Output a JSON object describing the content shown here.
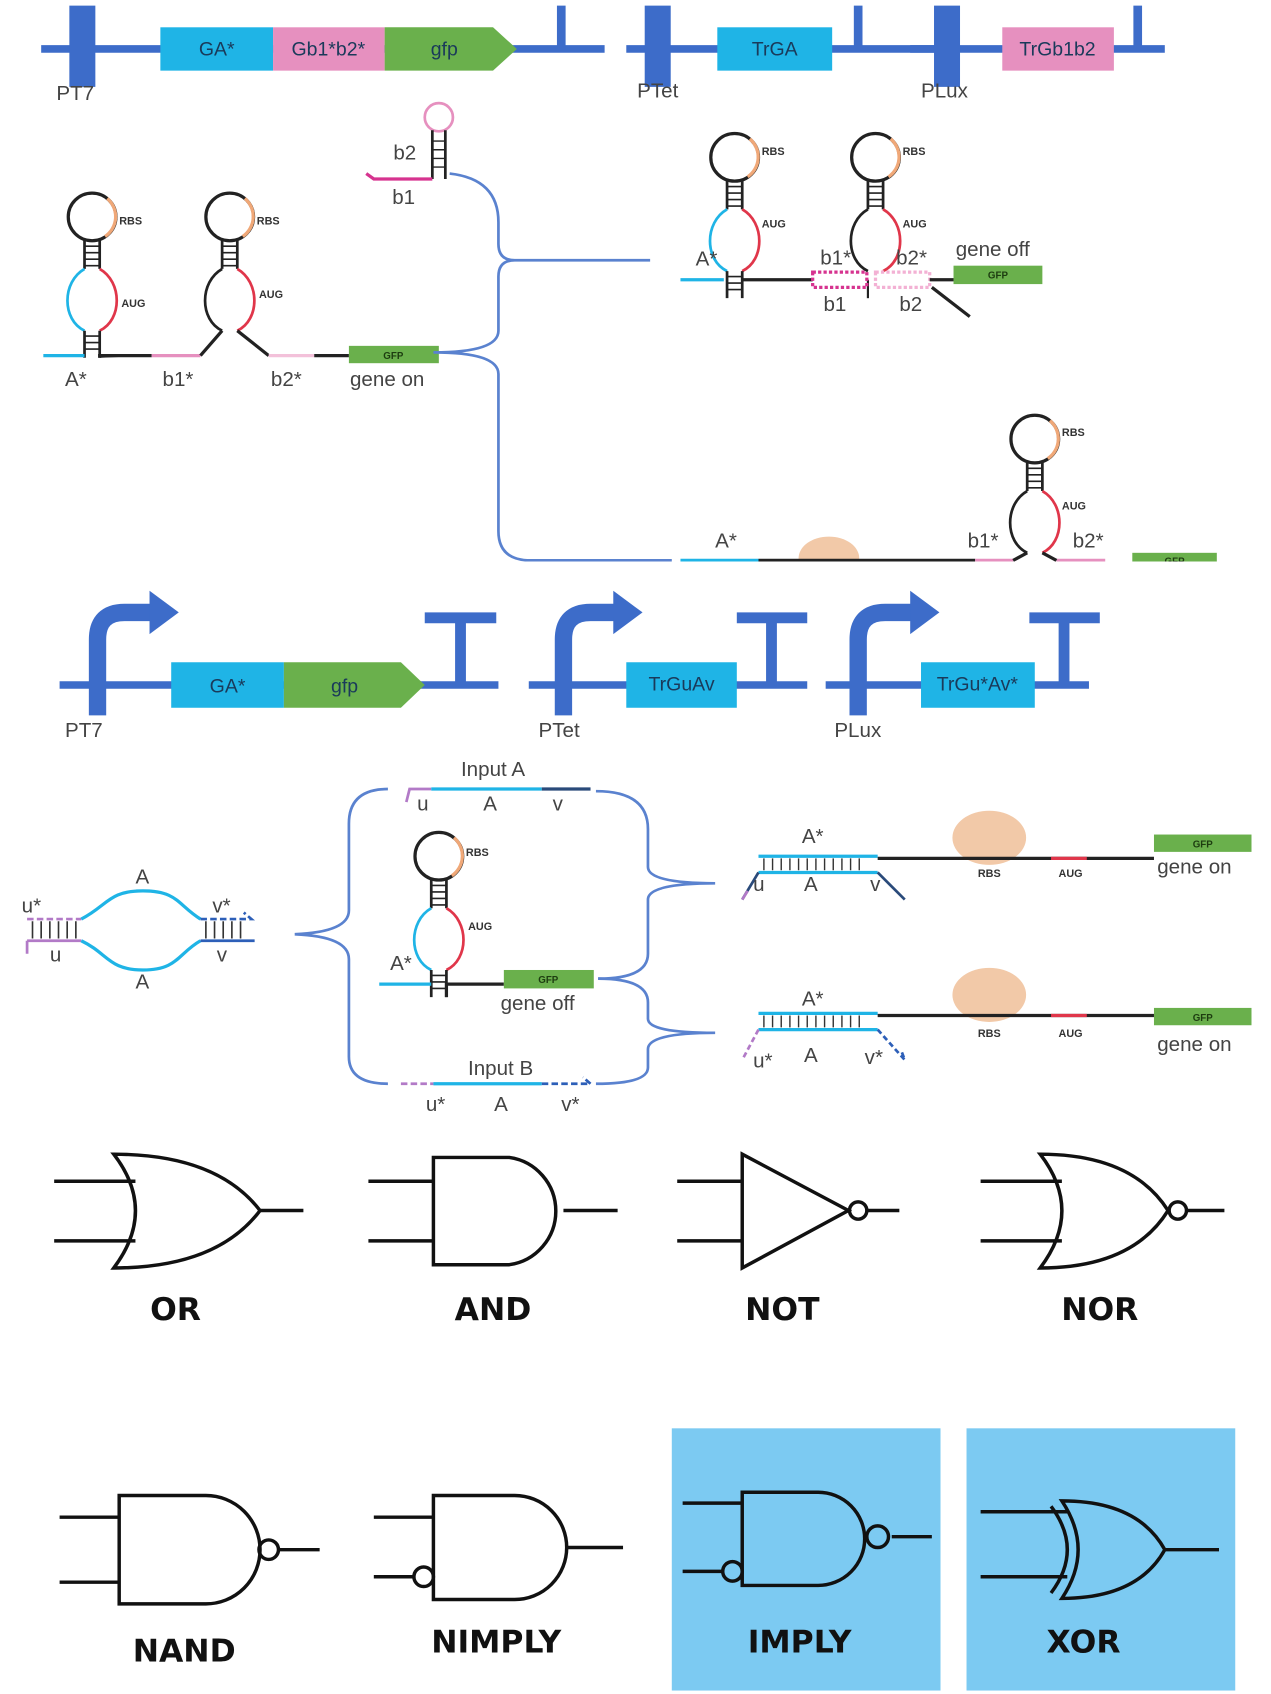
{
  "colors": {
    "backbone": "#3d6cc9",
    "cyan": "#1fb4e6",
    "pink": "#e690bf",
    "green": "#6ab04c",
    "magenta": "#d6338f",
    "red": "#e0364a",
    "peach": "#f2c9a8",
    "highlight": "#7ccaf2"
  },
  "panel1": {
    "constructs": [
      {
        "promoter": "PT7",
        "parts": [
          "GA*",
          "Gb1*b2*",
          "gfp"
        ]
      },
      {
        "promoter": "PTet",
        "parts": [
          "TrGA"
        ]
      },
      {
        "promoter": "PLux",
        "parts": [
          "TrGb1b2"
        ]
      }
    ],
    "trigger": {
      "b2": "b2",
      "b1": "b1"
    },
    "switch": {
      "a": "A*",
      "b1": "b1*",
      "b2": "b2*",
      "gfp": "GFP",
      "state": "gene on"
    },
    "bound": {
      "a": "A*",
      "b1s": "b1*",
      "b2s": "b2*",
      "b1": "b1",
      "b2": "b2",
      "gfp": "GFP",
      "state": "gene off"
    },
    "partial": {
      "a": "A*",
      "b1": "b1*",
      "b2": "b2*",
      "gfp": "GFP"
    }
  },
  "panel2": {
    "constructs": [
      {
        "promoter": "PT7",
        "parts": [
          "GA*",
          "gfp"
        ]
      },
      {
        "promoter": "PTet",
        "parts": [
          "TrGuAv"
        ]
      },
      {
        "promoter": "PLux",
        "parts": [
          "TrGu*Av*"
        ]
      }
    ],
    "duplex": {
      "us": "u*",
      "a_top": "A",
      "vs": "v*",
      "u": "u",
      "a_bot": "A",
      "v": "v"
    },
    "input_a": {
      "title": "Input A",
      "u": "u",
      "a": "A",
      "v": "v"
    },
    "input_b": {
      "title": "Input B",
      "u": "u*",
      "a": "A",
      "v": "v*"
    },
    "switch": {
      "a": "A*",
      "gfp": "GFP",
      "state": "gene off"
    },
    "out1": {
      "a": "A*",
      "u": "u",
      "mid": "A",
      "v": "v",
      "rbs": "RBS",
      "aug": "AUG",
      "gfp": "GFP",
      "state": "gene on"
    },
    "out2": {
      "a": "A*",
      "u": "u*",
      "mid": "A",
      "v": "v*",
      "rbs": "RBS",
      "aug": "AUG",
      "gfp": "GFP",
      "state": "gene on"
    }
  },
  "labels": {
    "rbs": "RBS",
    "aug": "AUG"
  },
  "gates": [
    {
      "name": "OR",
      "highlighted": false
    },
    {
      "name": "AND",
      "highlighted": false
    },
    {
      "name": "NOT",
      "highlighted": false
    },
    {
      "name": "NOR",
      "highlighted": false
    },
    {
      "name": "NAND",
      "highlighted": false
    },
    {
      "name": "NIMPLY",
      "highlighted": false
    },
    {
      "name": "IMPLY",
      "highlighted": true
    },
    {
      "name": "XOR",
      "highlighted": true
    }
  ]
}
